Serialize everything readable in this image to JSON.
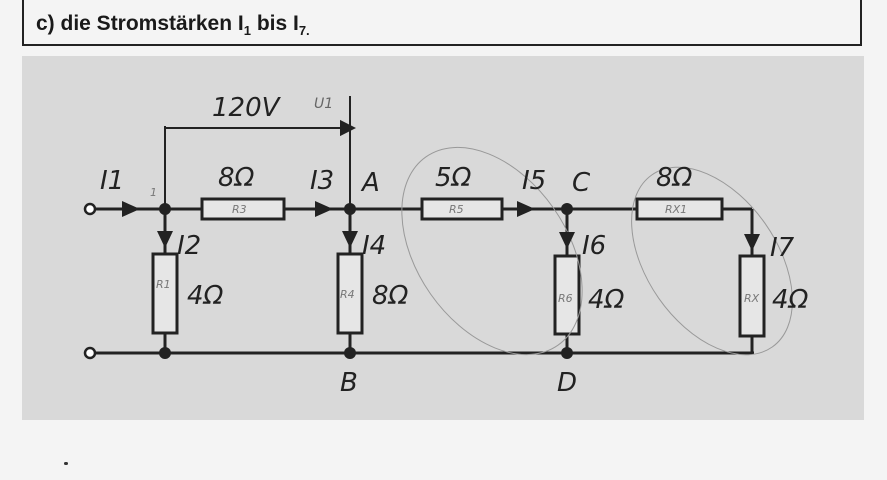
{
  "task": {
    "prefix": "c) die Stromstärken I",
    "sub1": "1",
    "mid": "bis I",
    "sub2": "7."
  },
  "circuit": {
    "source_voltage": "120V",
    "voltage_note": "U1",
    "currents": [
      "I1",
      "I2",
      "I3",
      "I4",
      "I5",
      "I6",
      "I7"
    ],
    "resistors": {
      "R1": {
        "value": "4Ω",
        "note": "R1"
      },
      "R3": {
        "value": "8Ω",
        "note": "R3"
      },
      "R4": {
        "value": "8Ω",
        "note": "R4"
      },
      "R5": {
        "value": "5Ω",
        "note": "R5"
      },
      "R6": {
        "value": "4Ω",
        "note": "R6"
      },
      "RX1": {
        "value": "8Ω",
        "note": "RX1"
      },
      "RX": {
        "value": "4Ω",
        "note": "RX"
      }
    },
    "nodes": {
      "A": "A",
      "B": "B",
      "C": "C",
      "D": "D",
      "junction": "1"
    }
  }
}
